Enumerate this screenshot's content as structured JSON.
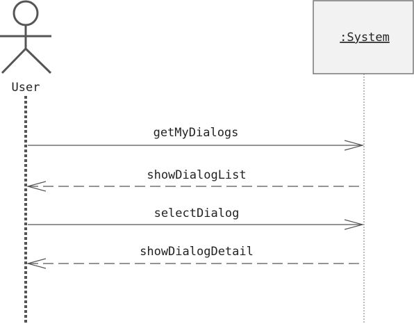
{
  "diagram": {
    "actor": {
      "label": "User"
    },
    "object": {
      "label": ":System"
    },
    "messages": [
      {
        "label": "getMyDialogs",
        "direction": "to-object",
        "style": "solid"
      },
      {
        "label": "showDialogList",
        "direction": "to-actor",
        "style": "dashed"
      },
      {
        "label": "selectDialog",
        "direction": "to-object",
        "style": "solid"
      },
      {
        "label": "showDialogDetail",
        "direction": "to-actor",
        "style": "dashed"
      }
    ],
    "colors": {
      "line": "#555555",
      "box_fill": "#f2f2f2",
      "box_border": "#777777",
      "text": "#222222"
    }
  }
}
